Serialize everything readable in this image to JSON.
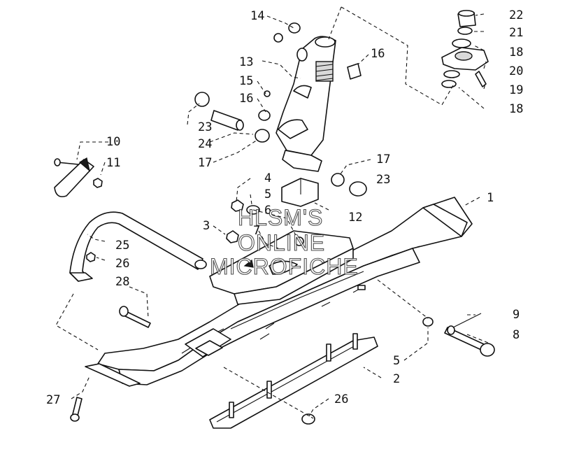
{
  "callouts": {
    "c1": "1",
    "c2": "2",
    "c3": "3",
    "c4": "4",
    "c5a": "5",
    "c5b": "5",
    "c6": "6",
    "c7": "7",
    "c8": "8",
    "c9": "9",
    "c10": "10",
    "c11": "11",
    "c12": "12",
    "c13": "13",
    "c14": "14",
    "c15": "15",
    "c16a": "16",
    "c16b": "16",
    "c17a": "17",
    "c17b": "17",
    "c18a": "18",
    "c18b": "18",
    "c19": "19",
    "c20": "20",
    "c21": "21",
    "c22": "22",
    "c23a": "23",
    "c23b": "23",
    "c24": "24",
    "c25": "25",
    "c26a": "26",
    "c26b": "26",
    "c27": "27",
    "c28": "28"
  },
  "watermark": {
    "line1": "HLSM'S",
    "line2": "ONLINE",
    "line3": "MICROFICHE"
  },
  "colors": {
    "ink": "#111111",
    "paper": "#ffffff"
  }
}
